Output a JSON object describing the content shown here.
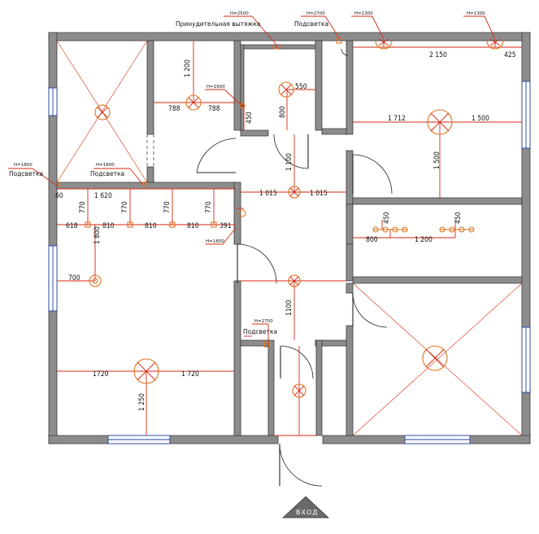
{
  "labels": {
    "forced_exhaust": "Принудительная вытяжка",
    "backlight": "Подсветка",
    "entrance": "ВХОД"
  },
  "heights": {
    "h2500": "H=2500",
    "h2700": "H=2700",
    "h1300": "H=1300",
    "h1800": "H=1800",
    "h1600": "H=1600"
  },
  "dims": {
    "d1200": "1 200",
    "d788": "788",
    "d550": "550",
    "d450": "450",
    "d800": "800",
    "d2150": "2 150",
    "d425": "425",
    "d1712": "1 712",
    "d1500": "1 500",
    "d1100": "1 100",
    "d1015": "1 015",
    "d60": "60",
    "d1620": "1 620",
    "d770": "770",
    "d618": "618",
    "d810": "810",
    "d391": "391",
    "d1800": "1 800",
    "d700": "700",
    "d1720a": "1720",
    "d1720b": "1 720",
    "d1250": "1 250",
    "d1200b": "1 200",
    "d800b": "800",
    "d1100b": "1100"
  },
  "colors": {
    "walls": "#8c8c8c",
    "dimensions": "#d42a10",
    "lamps": "#e2721a",
    "windows": "#1f3f9e"
  },
  "icons": [
    "ceiling-lamp-icon",
    "spot-light-icon",
    "wall-sconce-icon",
    "entrance-arrow-icon"
  ]
}
